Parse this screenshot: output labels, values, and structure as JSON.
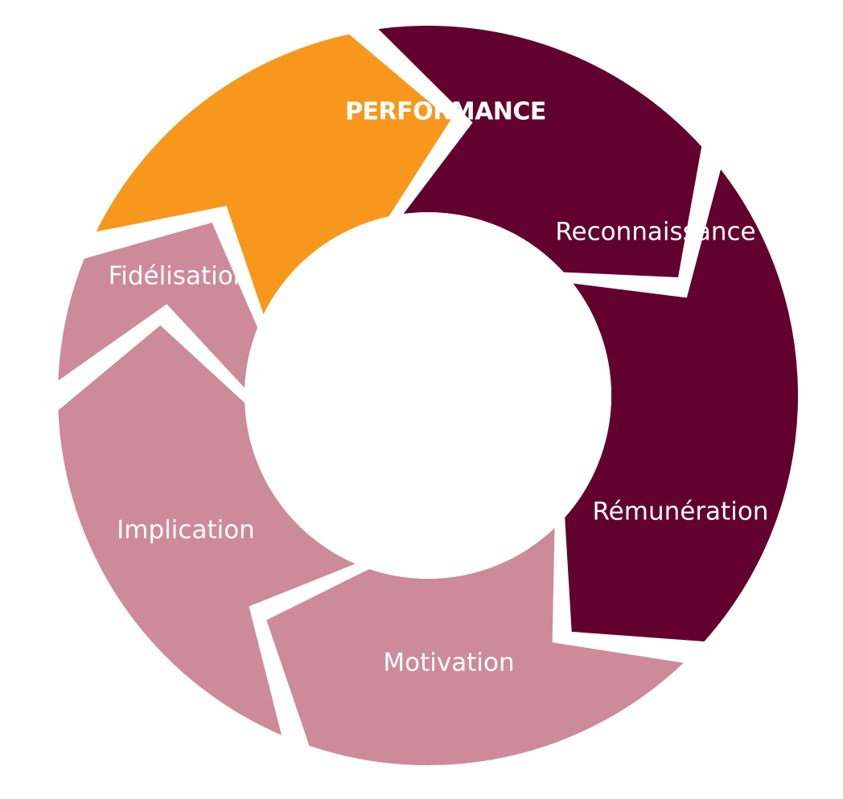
{
  "diagram": {
    "type": "cycle",
    "segments": [
      {
        "id": "performance",
        "label": "PERFORMANCE",
        "fill": "#f7981d",
        "text_color": "#6b0f2e",
        "highlight": true
      },
      {
        "id": "reconnaissance",
        "label": "Reconnaissance",
        "fill": "#62002e",
        "text_color": "#ffffff",
        "highlight": false
      },
      {
        "id": "remuneration",
        "label": "Rémunération",
        "fill": "#62002e",
        "text_color": "#ffffff",
        "highlight": false
      },
      {
        "id": "motivation",
        "label": "Motivation",
        "fill": "#cd8a9a",
        "text_color": "#ffffff",
        "highlight": false
      },
      {
        "id": "implication",
        "label": "Implication",
        "fill": "#cd8a9a",
        "text_color": "#ffffff",
        "highlight": false
      },
      {
        "id": "fidelisation",
        "label": "Fidélisation",
        "fill": "#cd8a9a",
        "text_color": "#ffffff",
        "highlight": false
      }
    ]
  }
}
